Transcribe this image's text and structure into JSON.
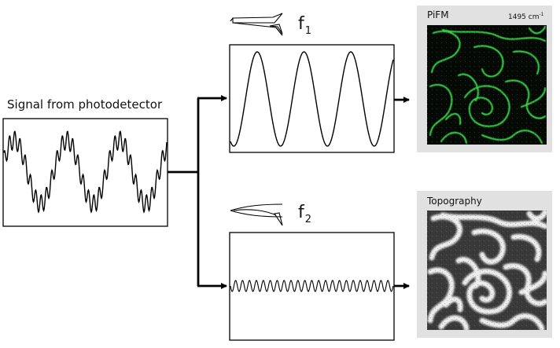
{
  "signal": {
    "label": "Signal from photodetector"
  },
  "channels": [
    {
      "id": "f1",
      "freq_symbol": "f",
      "freq_subscript": "1"
    },
    {
      "id": "f2",
      "freq_symbol": "f",
      "freq_subscript": "2"
    }
  ],
  "outputs": [
    {
      "title": "PiFM",
      "wavenumber_value": "1495",
      "wavenumber_unit": "cm",
      "wavenumber_exp": "-1",
      "colormap": "green"
    },
    {
      "title": "Topography",
      "colormap": "gray"
    }
  ],
  "colors": {
    "line": "#000000",
    "card_bg": "#e1e1e1",
    "pifm_dark": "#050a05",
    "pifm_bright": "#39e34a",
    "topo_dark": "#2f2f2f",
    "topo_bright": "#f2f2f2"
  },
  "icons": [
    "cantilever-probe-icon-f1",
    "cantilever-probe-icon-f2"
  ]
}
